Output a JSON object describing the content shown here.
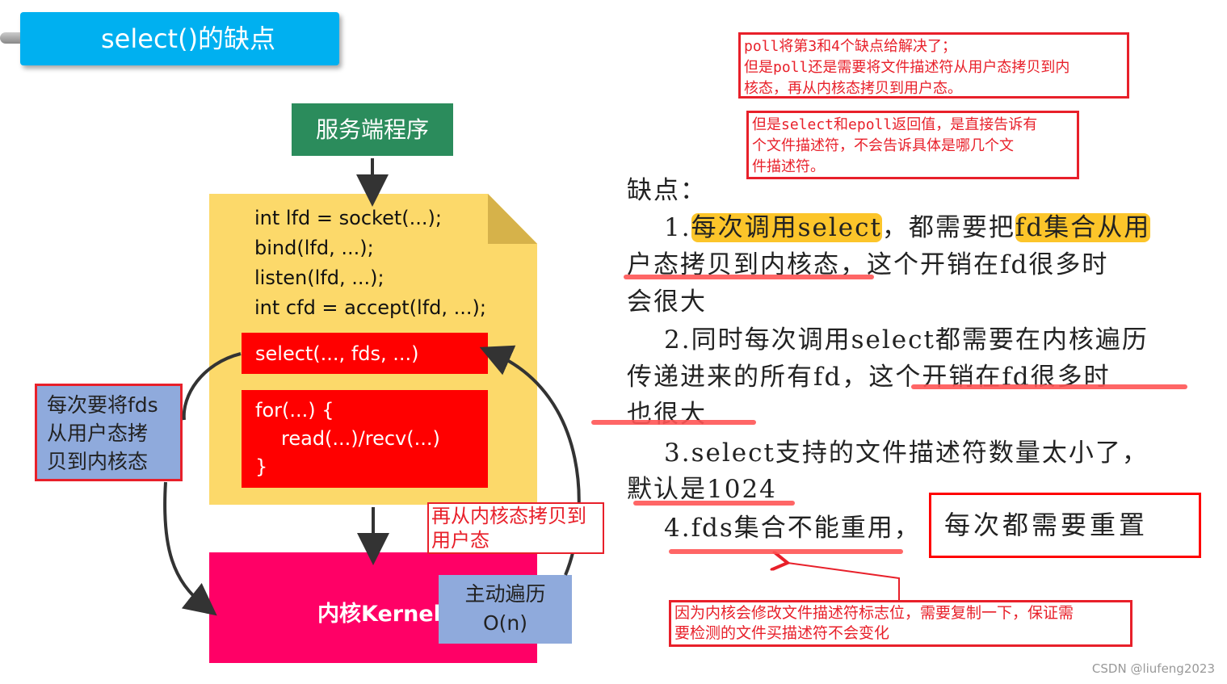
{
  "title": "select()的缺点",
  "server": "服务端程序",
  "code": [
    "int lfd = socket(...);",
    "bind(lfd, ...);",
    "listen(lfd, ...);",
    "int cfd = accept(lfd, ...);"
  ],
  "select_call": "select(..., fds, ...)",
  "loop": [
    "for(...) {",
    "read(...)/recv(...)",
    "}"
  ],
  "left_note": [
    "每次要将fds",
    "从用户态拷",
    "贝到内核态"
  ],
  "kernel": "内核Kernel",
  "traverse": [
    "主动遍历",
    "O(n)"
  ],
  "copy_back": [
    "再从内核态拷贝到",
    "用户态"
  ],
  "note_poll": [
    "poll将第3和4个缺点给解决了；",
    "但是poll还是需要将文件描述符从用户态拷贝到内",
    "核态，再从内核态拷贝到用户态。"
  ],
  "note_epoll": [
    "但是select和epoll返回值，是直接告诉有",
    "个文件描述符，不会告诉具体是哪几个文",
    "件描述符。"
  ],
  "heading": "缺点：",
  "p1": {
    "a": "1.",
    "b": "每次调用select",
    "c": "，都需要把",
    "d": "fd集合从用",
    "e": "户态拷贝到内核态",
    "f": "，这个开销在fd很多时",
    "g": "会很大"
  },
  "p2": [
    "2.同时每次调用select都需要在内核遍历",
    "传递进来的所有fd，这个开销在fd很多时",
    "也很大"
  ],
  "p3": [
    "3.select支持的文件描述符数量太小了，",
    "默认是1024"
  ],
  "p4": "4.fds集合不能重用，",
  "reset": "每次都需要重置",
  "bottom_note": [
    "因为内核会修改文件描述符标志位，需要复制一下，保证需",
    "要检测的文件买描述符不会变化"
  ],
  "watermark": "CSDN @liufeng2023"
}
